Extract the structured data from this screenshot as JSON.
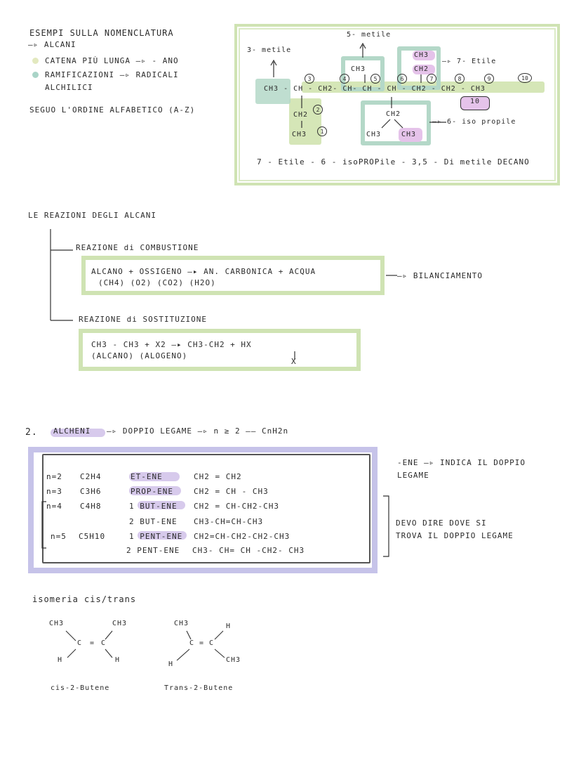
{
  "colors": {
    "green": "#cfe3b3",
    "teal": "#b4d8c8",
    "purple": "#c6c3e9",
    "violet_highlight": "#d7caec",
    "pink": "#e5c3ea",
    "yellow_dot": "#e3e9bf",
    "teal_dot": "#a9d4c7"
  },
  "top": {
    "title": "ESEMPI SULLA NOMENCLATURA",
    "subtitle": "—▹ ALCANI",
    "bullet1": "CATENA PIÙ LUNGA —▹ - ANO",
    "bullet2a": "RAMIFICAZIONI —▹ RADICALI",
    "bullet2b": "ALCHILICI",
    "order": "SEGUO L'ORDINE ALFABETICO (A-Z)"
  },
  "structure": {
    "label_5": "5- metile",
    "label_3": "3- metile",
    "label_7": "—▹ 7- Etile",
    "label_6": "—▹ 6- iso propile",
    "main_chain": "CH3 - CH  - CH2- CH-  CH - CH - CH2 - CH2 -  CH3",
    "ch3_5": "CH3",
    "ch3_7a": "CH3",
    "ch2_7": "CH2",
    "ch2_3": "CH2",
    "ch3_3": "CH3",
    "ch2_6": "CH2",
    "ch3_6a": "CH3",
    "ch3_6b": "CH3",
    "n3": "3",
    "n4": "4",
    "n5": "5",
    "n6": "6",
    "n7": "7",
    "n8": "8",
    "n9": "9",
    "n10": "10",
    "n10b": "10",
    "n2": "2",
    "n1": "1",
    "name": "7 - Etile - 6 - isoPROPile - 3,5 - Di metile DECANO"
  },
  "reactions": {
    "heading": "LE REAZIONI DEGLI ALCANI",
    "combustion_title": "REAZIONE di COMBUSTIONE",
    "comb_line1": "ALCANO   + OSSIGENO —▸ AN. CARBONICA + ACQUA",
    "comb_line2": "(CH4)        (O2)          (CO2)          (H2O)",
    "balance": "—▹ BILANCIAMENTO",
    "substitution_title": "REAZIONE di SOSTITUZIONE",
    "sub_line1": "CH3 - CH3     +    X2  —▸ CH3-CH2 + HX",
    "sub_line2": "(ALCANO)         (ALOGENO)",
    "sub_x": "X"
  },
  "alkenes": {
    "number": "2.",
    "title": "ALCHENI",
    "def": "—▹ DOPPIO LEGAME —▹  n ≥ 2  ——  CnH2n",
    "side_note1": "-ENE —▹ INDICA IL DOPPIO",
    "side_note2": "LEGAME",
    "side_note3": "DEVO DIRE DOVE SI",
    "side_note4": "TROVA IL DOPPIO LEGAME",
    "rows": [
      {
        "n": "n=2",
        "formula": "C2H4",
        "name": "ET-ENE",
        "structure": "CH2 = CH2"
      },
      {
        "n": "n=3",
        "formula": "C3H6",
        "name": "PROP-ENE",
        "structure": "CH2 = CH - CH3"
      },
      {
        "n": "n=4",
        "formula": "C4H8",
        "name": "1 BUT-ENE",
        "structure": "CH2 = CH-CH2-CH3"
      },
      {
        "n": "",
        "formula": "",
        "name": "2 BUT-ENE",
        "structure": "CH3-CH=CH-CH3"
      },
      {
        "n": "n=5",
        "formula": "C5H10",
        "name": "1 PENT-ENE",
        "structure": "CH2=CH-CH2-CH2-CH3"
      },
      {
        "n": "",
        "formula": "",
        "name": "2 PENT-ENE",
        "structure": "CH3- CH= CH -CH2- CH3"
      }
    ]
  },
  "isomer": {
    "title": "isomeria cis/trans",
    "cis_label": "cis-2-Butene",
    "trans_label": "Trans-2-Butene",
    "ch3": "CH3",
    "h": "H",
    "c": "C",
    "eq": "="
  }
}
